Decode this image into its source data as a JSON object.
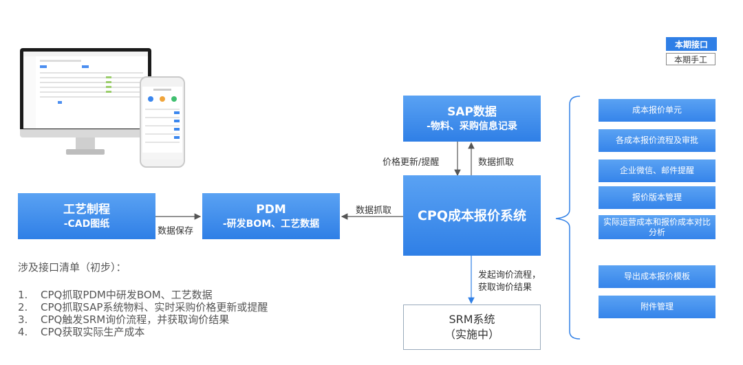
{
  "legend": {
    "interface": "本期接口",
    "manual": "本期手工"
  },
  "boxes": {
    "process": {
      "line1": "工艺制程",
      "line2": "-CAD图纸"
    },
    "pdm": {
      "line1": "PDM",
      "line2": "-研发BOM、工艺数据"
    },
    "sap": {
      "line1": "SAP数据",
      "line2": "-物料、采购信息记录"
    },
    "cpq": {
      "line1": "CPQ成本报价系统"
    },
    "srm": {
      "line1": "SRM系统",
      "line2": "（实施中）"
    }
  },
  "arrows": {
    "save": "数据保存",
    "grab_pdm": "数据抓取",
    "price_update": "价格更新/提醒",
    "grab_sap": "数据抓取",
    "inquiry_line1": "发起询价流程，",
    "inquiry_line2": "获取询价结果"
  },
  "features": [
    "成本报价单元",
    "各成本报价流程及审批",
    "企业微信、邮件提醒",
    "报价版本管理",
    "实际运营成本和报价成本对比分析",
    "导出成本报价模板",
    "附件管理"
  ],
  "interface_list": {
    "title": "涉及接口清单（初步）：",
    "items": [
      {
        "num": "1.",
        "text": "CPQ抓取PDM中研发BOM、工艺数据"
      },
      {
        "num": "2.",
        "text": "CPQ抓取SAP系统物料、实时采购价格更新或提醒"
      },
      {
        "num": "3.",
        "text": "CPQ触发SRM询价流程，并获取询价结果"
      },
      {
        "num": "4.",
        "text": "CPQ获取实际生产成本"
      }
    ]
  },
  "colors": {
    "primary": "#2f7fe6",
    "primary_light": "#5aa2f3",
    "arrow": "#555555"
  }
}
